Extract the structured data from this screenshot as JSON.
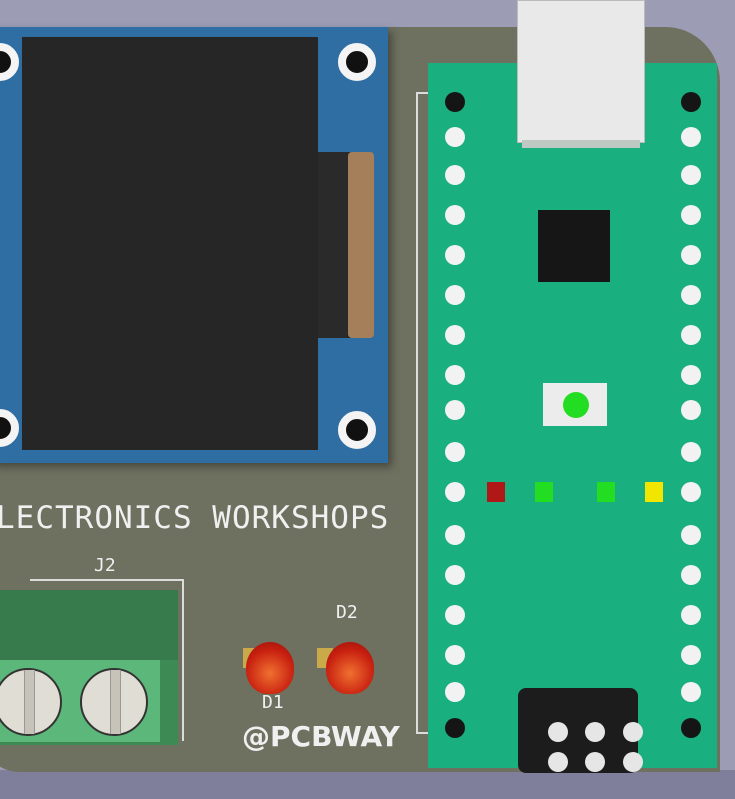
{
  "silkscreen": {
    "title": "LECTRONICS WORKSHOPS",
    "connector_label": "J2",
    "led1_label": "D1",
    "led2_label": "D2",
    "brand": "@PCBWAY"
  },
  "colors": {
    "board": "#6e7060",
    "pico_board": "#1aaf7e",
    "oled_pcb": "#2f6ea3",
    "terminal_block": "#5bb87a",
    "led_red": "#c82010"
  },
  "status_leds": [
    {
      "color": "#b01818"
    },
    {
      "color": "#22dd22"
    },
    {
      "color": "#22dd22"
    },
    {
      "color": "#f2e600"
    }
  ]
}
